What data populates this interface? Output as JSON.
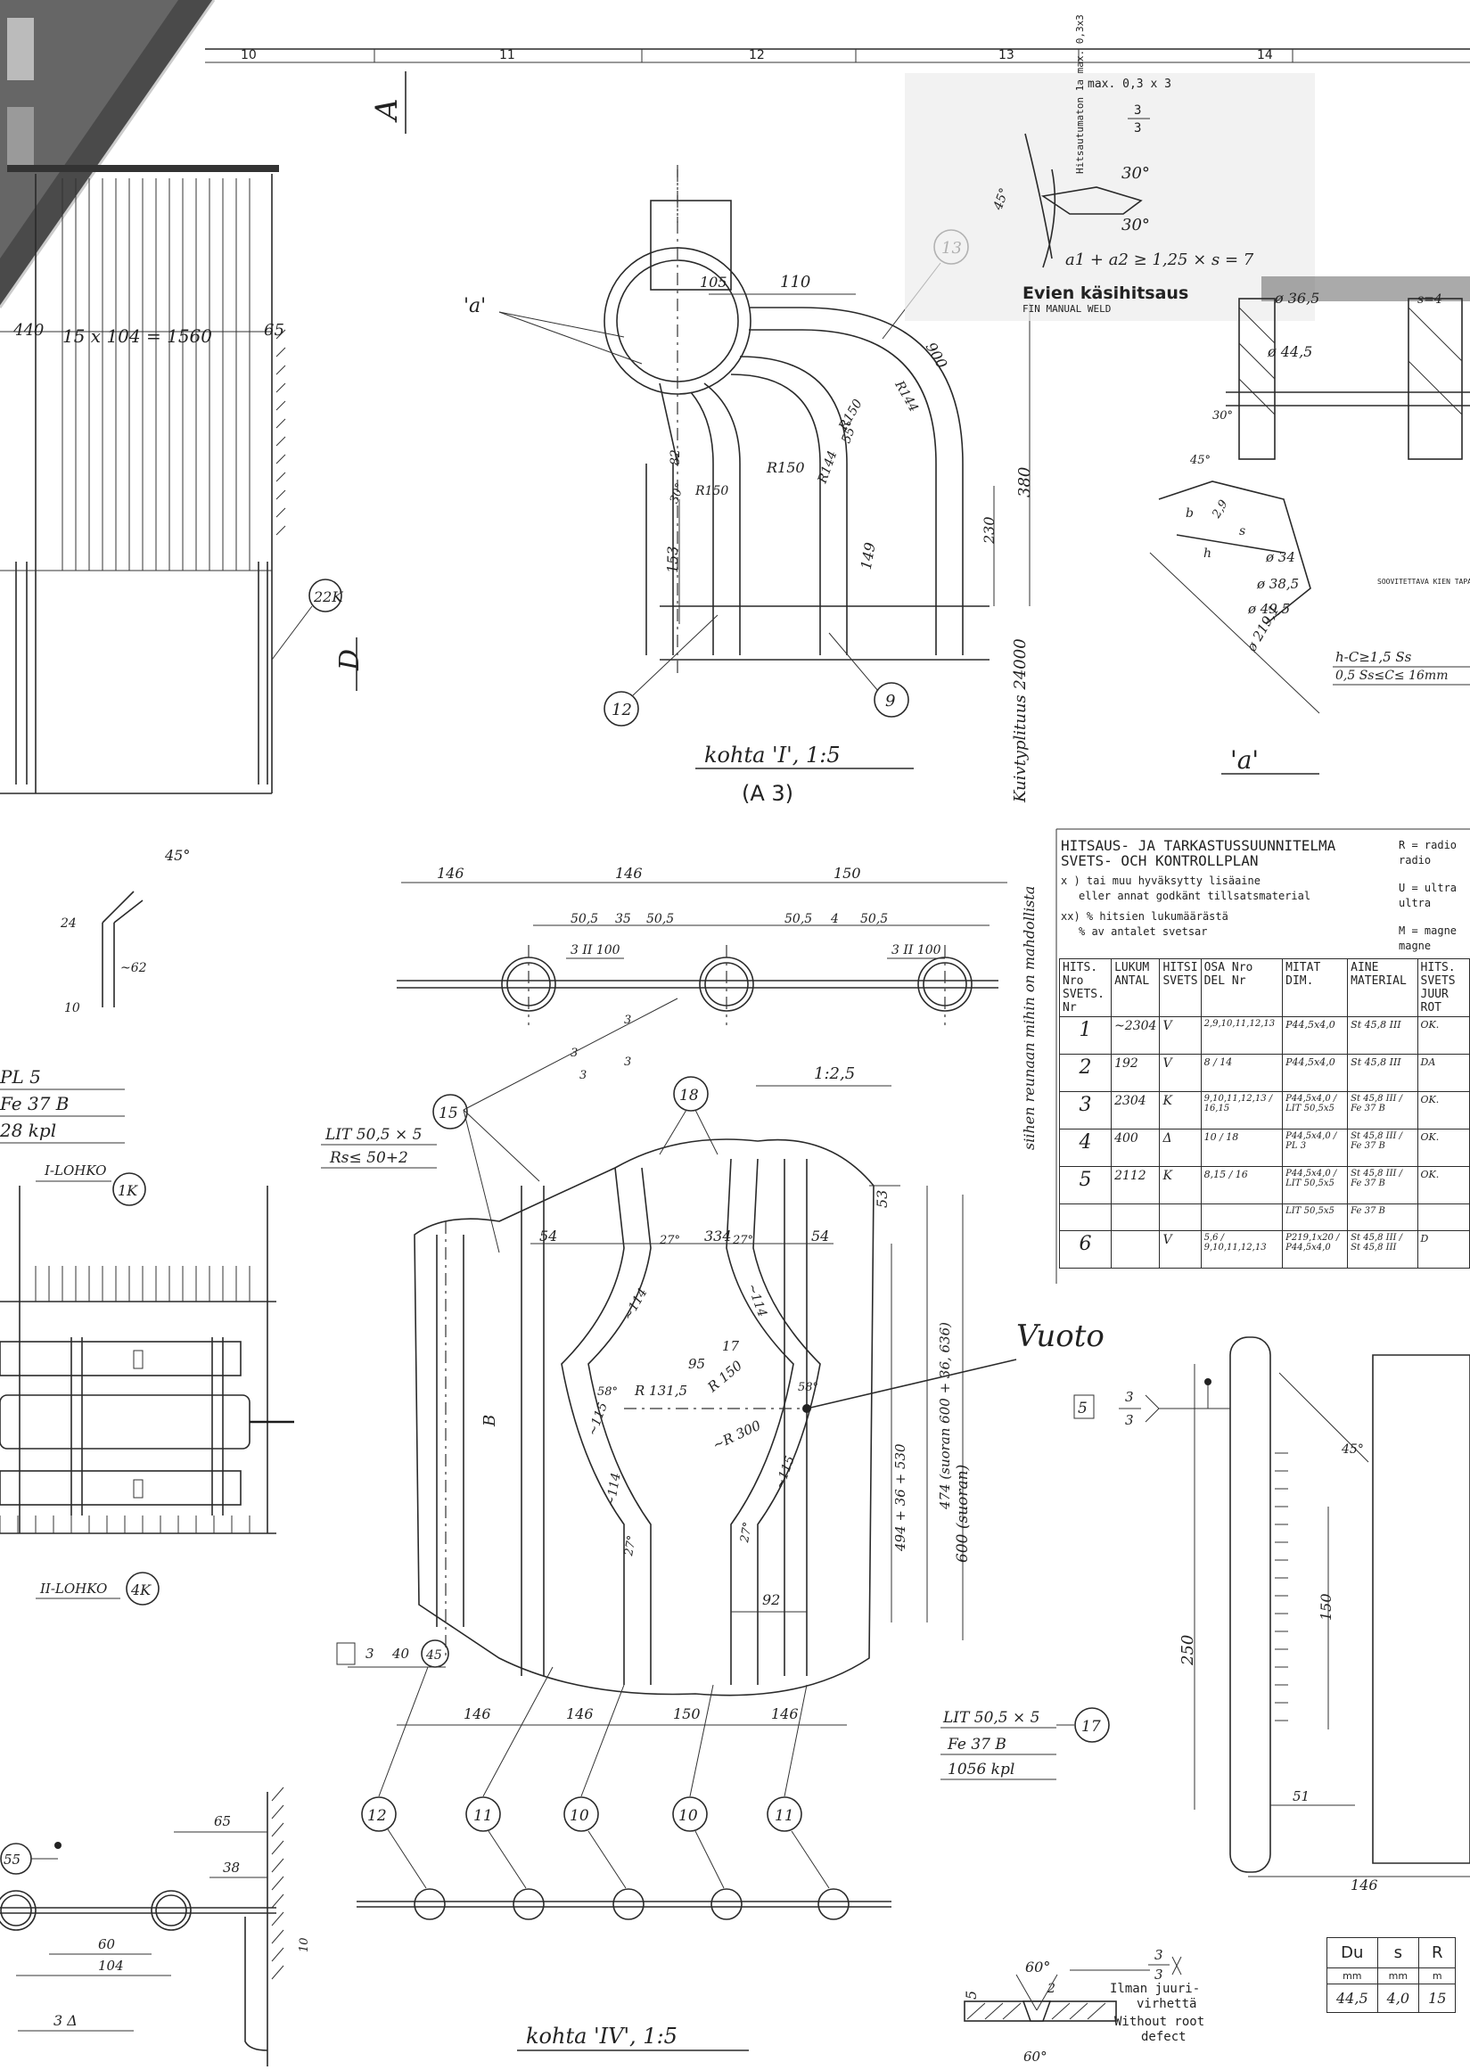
{
  "frame": {
    "zone_numbers": [
      "10",
      "11",
      "12",
      "13",
      "14"
    ]
  },
  "detail_I": {
    "title": "kohta 'I', 1:5",
    "sheet_ref": "(A 3)",
    "dims": [
      "105",
      "110",
      "'a'",
      "R150",
      "R150",
      "R150",
      "R144",
      "55°",
      "R144",
      "82",
      "30°",
      "153",
      "149",
      "230",
      "380",
      "900"
    ],
    "length_label": "Kuivtyplituus 24000",
    "balloons": [
      "13",
      "12",
      "9"
    ]
  },
  "weld_detail": {
    "max_note": "max. 0,3 x 3",
    "frac": "3",
    "note_vertical": "Hitsautumaton 1a max. 0,3x3",
    "angles": [
      "30°",
      "30°",
      "45°"
    ],
    "formula": "a1 + a2 ≥ 1,25 × s = 7",
    "title_fi": "Evien käsihitsaus",
    "title_en": "FIN MANUAL WELD"
  },
  "section_a": {
    "label": "'a'",
    "dims": [
      "ø 36,5",
      "ø 44,5",
      "ø 34",
      "ø 38,5",
      "ø 49,5",
      "2,9",
      "45°",
      "30°",
      "s",
      "h",
      "b",
      "ø 219,1",
      "s=4"
    ],
    "note": "SOOVITETTAVA KIEN TAPAN KERROSTUKSEEN HUS.",
    "formula1": "h-C≥1,5 Ss",
    "formula2": "0,5 Ss≤C≤ 16mm"
  },
  "left_panel": {
    "dims": [
      "440",
      "15 x 104 = 1560",
      "65"
    ],
    "balloon": "22K",
    "view_marker": "D",
    "angle_dims": [
      "45°",
      "24",
      "~62",
      "10"
    ],
    "material": [
      "PL 5",
      "Fe 37 B",
      "28 kpl"
    ],
    "section_labels": [
      "I-LOHKO",
      "II-LOHKO"
    ],
    "balloons": [
      "1K",
      "4K"
    ]
  },
  "plan": {
    "title_fi": "HITSAUS- JA TARKASTUSSUUNNITELMA",
    "title_sv": "SVETS- OCH KONTROLLPLAN",
    "note1_fi": "x ) tai muu hyväksytty lisäaine",
    "note1_sv": "eller annat godkänt tillsatsmaterial",
    "note2_fi": "xx) % hitsien lukumäärästä",
    "note2_sv": "% av antalet svetsar",
    "legend_r": "R = radio radio",
    "legend_u": "U = ultra ultra",
    "legend_m": "M = magne magne",
    "headers": [
      {
        "fi": "HITS. Nro",
        "sv": "SVETS. Nr"
      },
      {
        "fi": "LUKUM",
        "sv": "ANTAL"
      },
      {
        "fi": "HITSI",
        "sv": "SVETS"
      },
      {
        "fi": "OSA Nro",
        "sv": "DEL Nr"
      },
      {
        "fi": "MITAT",
        "sv": "DIM."
      },
      {
        "fi": "AINE",
        "sv": "MATERIAL"
      },
      {
        "fi": "HITS.",
        "sv": "SVETS JUUR ROT"
      }
    ],
    "rows": [
      {
        "nro": "1",
        "antal": "~2304",
        "typ": "V",
        "osa": "2,9,10,11,12,13",
        "mitat": "P44,5x4,0",
        "aine": "St 45,8 III",
        "juur": "OK."
      },
      {
        "nro": "2",
        "antal": "192",
        "typ": "V",
        "osa": "8 / 14",
        "mitat": "P44,5x4,0",
        "aine": "St 45,8 III",
        "juur": "DA"
      },
      {
        "nro": "3",
        "antal": "2304",
        "typ": "K",
        "osa": "9,10,11,12,13 / 16,15",
        "mitat": "P44,5x4,0 / LIT 50,5x5",
        "aine": "St 45,8 III / Fe 37 B",
        "juur": "OK."
      },
      {
        "nro": "4",
        "antal": "400",
        "typ": "Δ",
        "osa": "10 / 18",
        "mitat": "P44,5x4,0 / PL 3",
        "aine": "St 45,8 III / Fe 37 B",
        "juur": "OK."
      },
      {
        "nro": "5",
        "antal": "2112",
        "typ": "K",
        "osa": "8,15 / 16",
        "mitat": "P44,5x4,0 / LIT 50,5x5",
        "aine": "St 45,8 III / Fe 37 B",
        "juur": "OK."
      },
      {
        "nro": "",
        "antal": "",
        "typ": "",
        "osa": "",
        "mitat": "LIT 50,5x5",
        "aine": "Fe 37 B",
        "juur": ""
      },
      {
        "nro": "6",
        "antal": "",
        "typ": "V",
        "osa": "5,6 / 9,10,11,12,13",
        "mitat": "P219,1x20 / P44,5x4,0",
        "aine": "St 45,8 III / St 45,8 III",
        "juur": "D"
      }
    ]
  },
  "detail_IV": {
    "title": "kohta 'IV', 1:5",
    "scale_mid": "1:2,5",
    "top_dims": [
      "146",
      "146",
      "150"
    ],
    "fin_dims": [
      "50,5",
      "35",
      "50,5",
      "50,5",
      "4",
      "50,5"
    ],
    "weld_marks": [
      "3 II 100",
      "3 II 100",
      "3",
      "3",
      "3",
      "3"
    ],
    "material": [
      "LIT 50,5 × 5",
      "Rs≤ 50+2"
    ],
    "balloons_top": [
      "15",
      "18"
    ],
    "inner_dims": [
      "54",
      "334",
      "54",
      "53",
      "27°",
      "27°",
      "~114",
      "~114",
      "95",
      "17",
      "R 150",
      "R 131,5",
      "58°",
      "58°",
      "~R 300",
      "~115",
      "~114",
      "27°",
      "27°",
      "92",
      "~115"
    ],
    "vertical_dims": [
      "494 + 36 + 530",
      "474 (suoran 600 + 36, 636)",
      "600 (suoran)"
    ],
    "vertical_note": "siihen reunaan mihin on mahdollista",
    "leak": "Vuoto",
    "bottom_dims": [
      "146",
      "146",
      "150",
      "146"
    ],
    "left_marks": [
      "3",
      "40",
      "45",
      "B"
    ],
    "balloons_bottom": [
      "12",
      "11",
      "10",
      "10",
      "11"
    ]
  },
  "detail_17": {
    "material": [
      "LIT 50,5 × 5",
      "Fe 37 B",
      "1056 kpl"
    ],
    "balloon": "17",
    "weld_mark": "5",
    "frac": "3",
    "dims": [
      "250",
      "150",
      "51",
      "146",
      "45°"
    ]
  },
  "bottom_left": {
    "balloon": "55",
    "dims": [
      "65",
      "38",
      "60",
      "104",
      "3 Δ",
      "10"
    ]
  },
  "bottom_weld": {
    "angles": [
      "60°",
      "60°"
    ],
    "gap": "2",
    "size": "5",
    "frac": "3",
    "note_fi_1": "Ilman juuri-",
    "note_fi_2": "virhettä",
    "note_en_1": "Without root",
    "note_en_2": "defect"
  },
  "du_table": {
    "headers": [
      "Du",
      "s",
      "R"
    ],
    "units": [
      "mm",
      "mm",
      "m"
    ],
    "values": [
      "44,5",
      "4,0",
      "15"
    ]
  },
  "section_markers": {
    "A": "A",
    "D": "D"
  }
}
